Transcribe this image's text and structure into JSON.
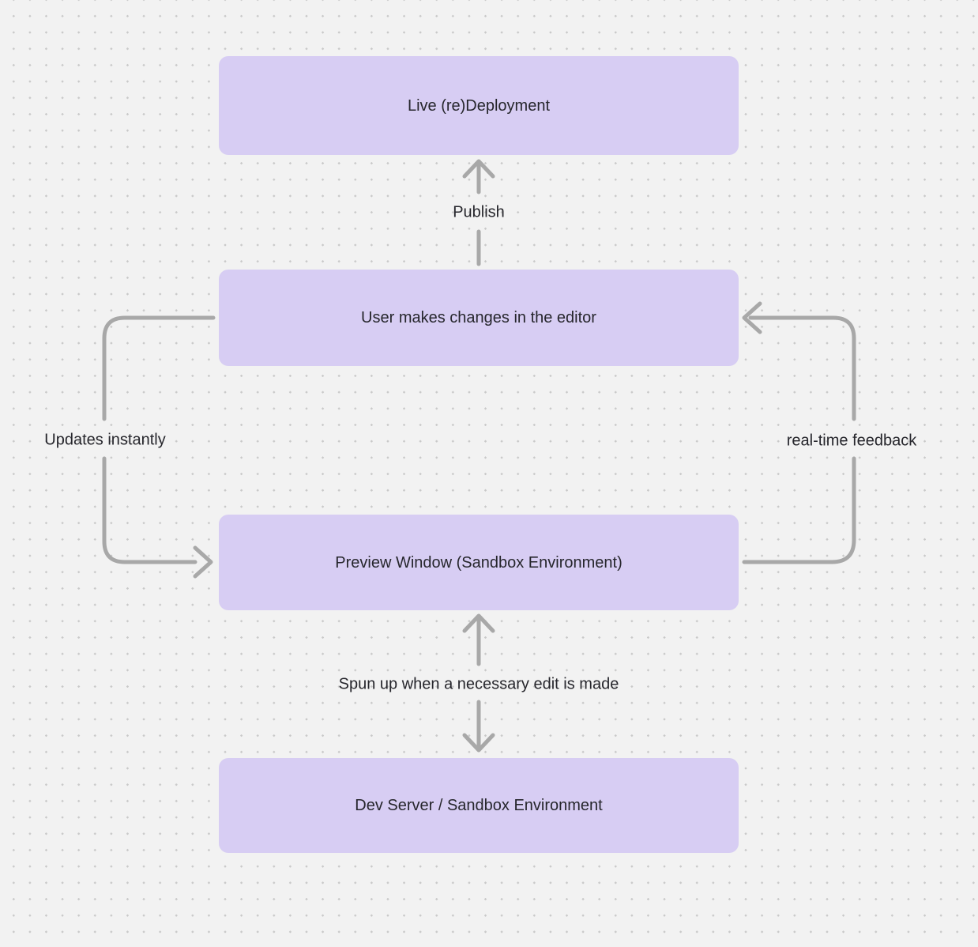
{
  "theme": {
    "canvas-bg": "#f2f2f2",
    "dot-color": "#c9c9c9",
    "node-fill": "#d7cdf3",
    "text-color": "#26262c",
    "arrow-color": "#a8a8a8"
  },
  "diagram": {
    "nodes": [
      {
        "id": "live-deployment",
        "label": "Live (re)Deployment"
      },
      {
        "id": "editor-changes",
        "label": "User makes changes in the editor"
      },
      {
        "id": "preview-window",
        "label": "Preview Window (Sandbox Environment)"
      },
      {
        "id": "dev-server",
        "label": "Dev Server / Sandbox Environment"
      }
    ],
    "edges": [
      {
        "id": "publish",
        "label": "Publish",
        "from": "editor-changes",
        "to": "live-deployment",
        "direction": "up"
      },
      {
        "id": "updates-instantly",
        "label": "Updates instantly",
        "from": "editor-changes",
        "to": "preview-window",
        "direction": "left-loop"
      },
      {
        "id": "real-time-feedback",
        "label": "real-time feedback",
        "from": "preview-window",
        "to": "editor-changes",
        "direction": "right-loop"
      },
      {
        "id": "spun-up",
        "label": "Spun up when a necessary edit is made",
        "from": "preview-window",
        "to": "dev-server",
        "direction": "bidirectional"
      }
    ]
  }
}
